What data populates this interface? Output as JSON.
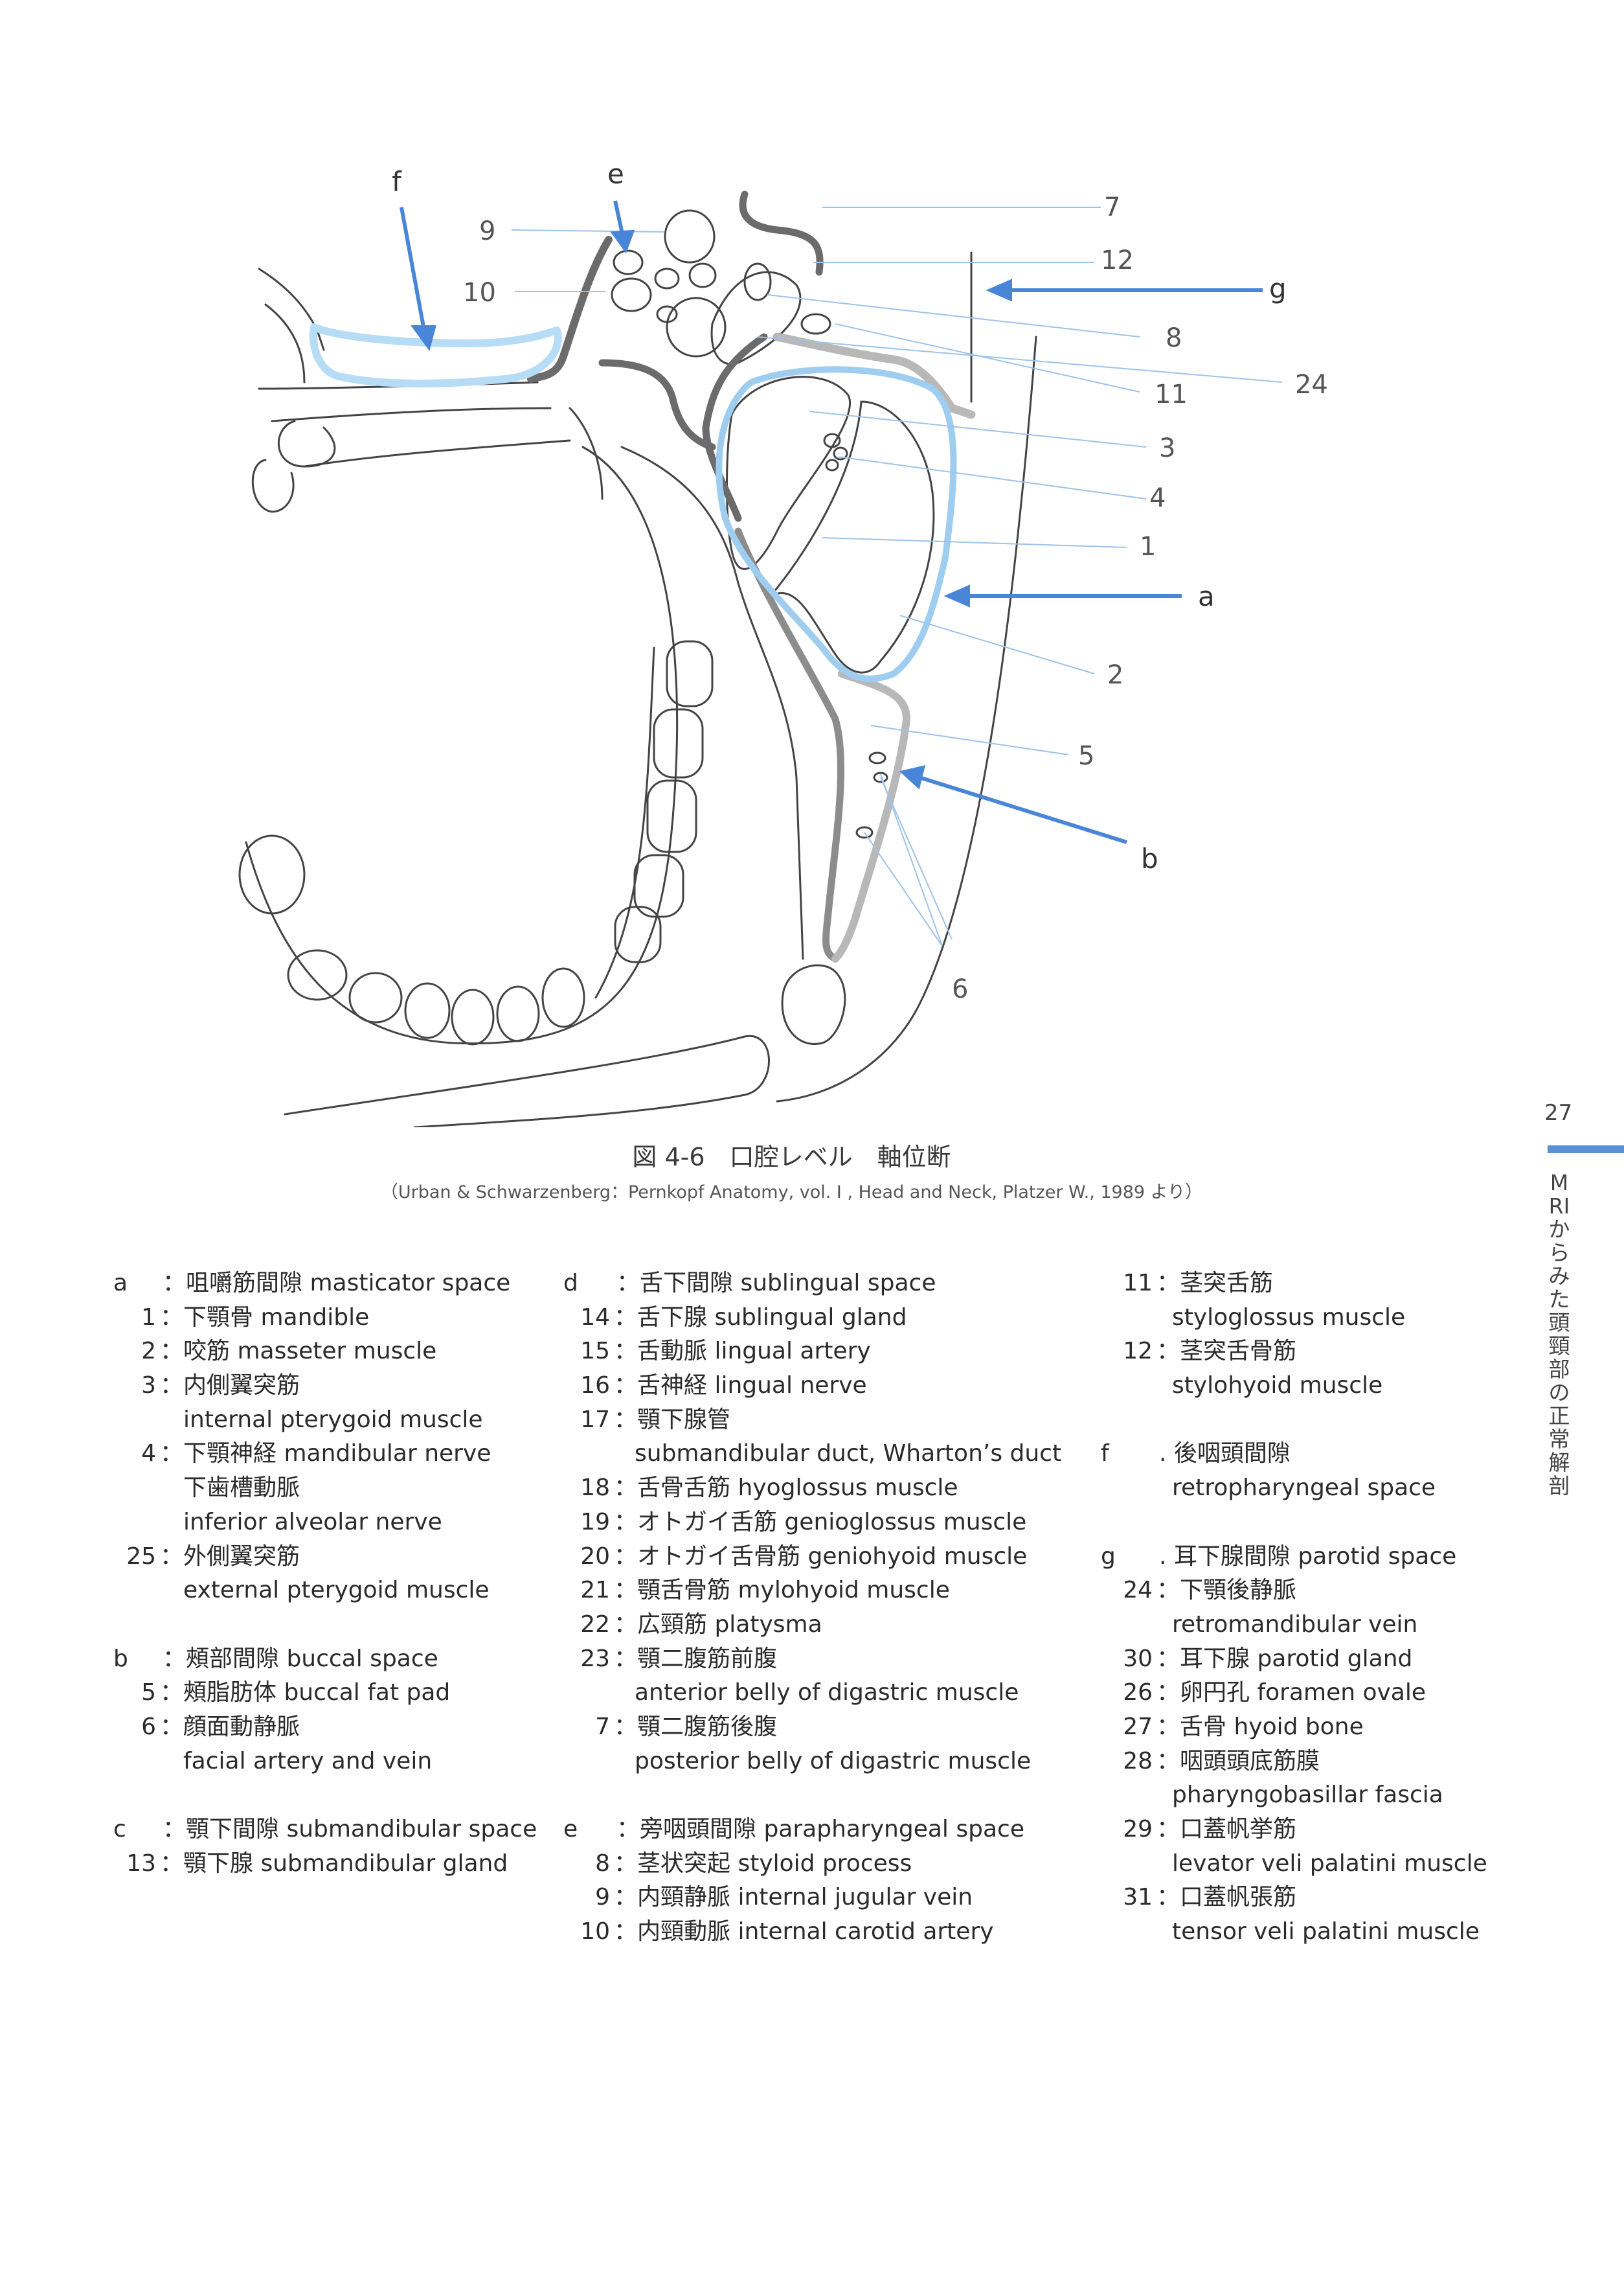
{
  "figure": {
    "numbers": [
      "7",
      "12",
      "8",
      "24",
      "11",
      "3",
      "4",
      "1",
      "2",
      "5",
      "6",
      "9",
      "10"
    ],
    "letters": [
      "f",
      "e",
      "g",
      "a",
      "b"
    ],
    "colors": {
      "space_arrow": "#4a86d8",
      "outline_blue": "#a8d2f2",
      "leader": "#9ec2ea"
    }
  },
  "caption": {
    "title": "図 4-6　口腔レベル　軸位断",
    "source": "（Urban & Schwarzenberg：Pernkopf Anatomy, vol. I , Head and Neck, Platzer W., 1989 より）"
  },
  "legend": {
    "col1": [
      {
        "key": "a",
        "text": "：咀嚼筋間隙 masticator space",
        "head": true
      },
      {
        "key": "1",
        "text": "：下顎骨 mandible"
      },
      {
        "key": "2",
        "text": "：咬筋 masseter muscle"
      },
      {
        "key": "3",
        "text": "：内側翼突筋"
      },
      {
        "cont": "internal pterygoid muscle"
      },
      {
        "key": "4",
        "text": "：下顎神経 mandibular nerve"
      },
      {
        "cont": "下歯槽動脈"
      },
      {
        "cont": "inferior alveolar nerve"
      },
      {
        "key": "25",
        "text": "：外側翼突筋"
      },
      {
        "cont": "external pterygoid muscle"
      },
      {
        "gap": true
      },
      {
        "key": "b",
        "text": "：頰部間隙 buccal space",
        "head": true
      },
      {
        "key": "5",
        "text": "：頰脂肪体 buccal fat pad"
      },
      {
        "key": "6",
        "text": "：顔面動静脈"
      },
      {
        "cont": "facial artery and vein"
      },
      {
        "gap": true
      },
      {
        "key": "c",
        "text": "：顎下間隙 submandibular space",
        "head": true
      },
      {
        "key": "13",
        "text": "：顎下腺 submandibular gland"
      }
    ],
    "col2": [
      {
        "key": "d",
        "text": "：舌下間隙 sublingual space",
        "head": true
      },
      {
        "key": "14",
        "text": "：舌下腺 sublingual gland"
      },
      {
        "key": "15",
        "text": "：舌動脈 lingual artery"
      },
      {
        "key": "16",
        "text": "：舌神経 lingual nerve"
      },
      {
        "key": "17",
        "text": "：顎下腺管"
      },
      {
        "cont": "submandibular duct, Wharton’s duct"
      },
      {
        "key": "18",
        "text": "：舌骨舌筋 hyoglossus muscle"
      },
      {
        "key": "19",
        "text": "：オトガイ舌筋 genioglossus muscle"
      },
      {
        "key": "20",
        "text": "：オトガイ舌骨筋 geniohyoid muscle"
      },
      {
        "key": "21",
        "text": "：顎舌骨筋 mylohyoid muscle"
      },
      {
        "key": "22",
        "text": "：広頸筋 platysma"
      },
      {
        "key": "23",
        "text": "：顎二腹筋前腹"
      },
      {
        "cont": "anterior belly of digastric muscle"
      },
      {
        "key": "7",
        "text": "：顎二腹筋後腹"
      },
      {
        "cont": "posterior belly of digastric muscle"
      },
      {
        "gap": true
      },
      {
        "key": "e",
        "text": "：旁咽頭間隙 parapharyngeal space",
        "head": true
      },
      {
        "key": "8",
        "text": "：茎状突起 styloid process"
      },
      {
        "key": "9",
        "text": "：内頸静脈 internal jugular vein"
      },
      {
        "key": "10",
        "text": "：内頸動脈 internal carotid artery"
      }
    ],
    "col3": [
      {
        "key": "11",
        "text": "：茎突舌筋"
      },
      {
        "cont": "styloglossus muscle"
      },
      {
        "key": "12",
        "text": "：茎突舌骨筋"
      },
      {
        "cont": "stylohyoid muscle"
      },
      {
        "gap": true
      },
      {
        "key": "f",
        "text": ". 後咽頭間隙",
        "head": true
      },
      {
        "cont": "retropharyngeal space"
      },
      {
        "gap": true
      },
      {
        "key": "g",
        "text": ". 耳下腺間隙 parotid space",
        "head": true
      },
      {
        "key": "24",
        "text": "：下顎後静脈"
      },
      {
        "cont": "retromandibular vein"
      },
      {
        "key": "30",
        "text": "：耳下腺 parotid gland"
      },
      {
        "key": "26",
        "text": "：卵円孔 foramen ovale"
      },
      {
        "key": "27",
        "text": "：舌骨 hyoid bone"
      },
      {
        "key": "28",
        "text": "：咽頭頭底筋膜"
      },
      {
        "cont": "pharyngobasillar fascia"
      },
      {
        "key": "29",
        "text": "：口蓋帆挙筋"
      },
      {
        "cont": "levator veli palatini muscle"
      },
      {
        "key": "31",
        "text": "：口蓋帆張筋"
      },
      {
        "cont": "tensor veli palatini muscle"
      }
    ]
  },
  "sidebar": {
    "page_number": "27",
    "vertical_title": "MRIからみた頭頸部の正常解剖"
  }
}
